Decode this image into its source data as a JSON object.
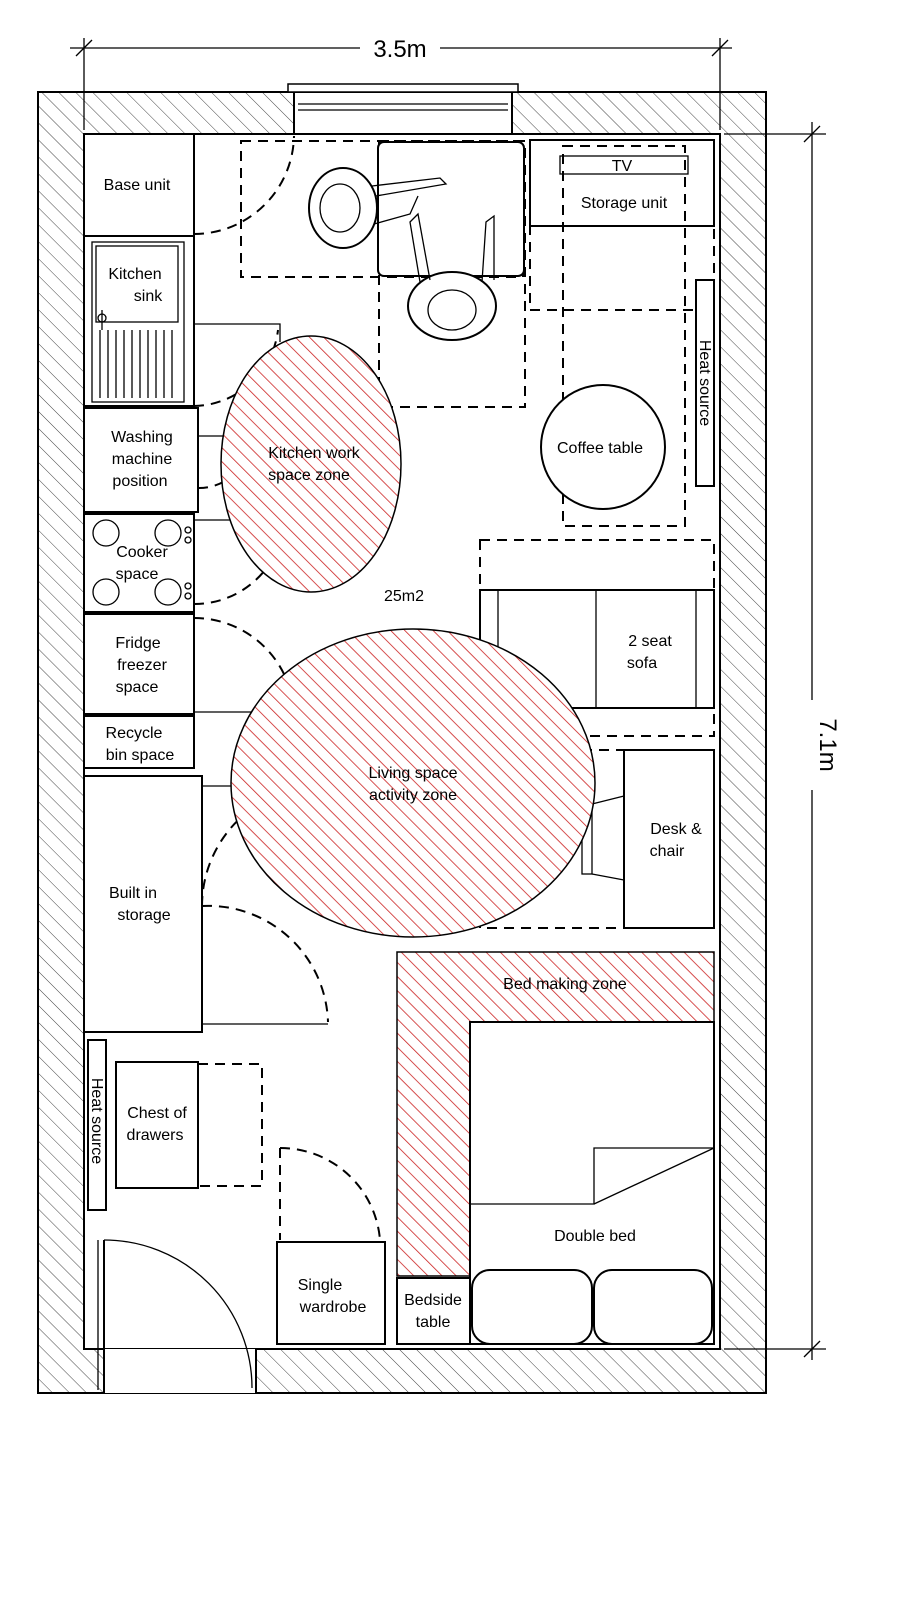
{
  "plan": {
    "width_label": "3.5m",
    "length_label": "7.1m",
    "area_label": "25m2",
    "hatch_color": "#cc2222",
    "wall_hatch_color": "#444444",
    "labels": {
      "base_unit": "Base unit",
      "kitchen_sink": [
        "Kitchen",
        "sink"
      ],
      "washing_machine": [
        "Washing",
        "machine",
        "position"
      ],
      "kitchen_zone": [
        "Kitchen work",
        "space zone"
      ],
      "cooker": [
        "Cooker",
        "space"
      ],
      "fridge": [
        "Fridge",
        "freezer",
        "space"
      ],
      "recycle": [
        "Recycle",
        "bin space"
      ],
      "built_in_storage": [
        "Built in",
        "storage"
      ],
      "chest": [
        "Chest of",
        "drawers"
      ],
      "heat_left": "Heat source",
      "heat_right": "Heat source",
      "single_wardrobe": [
        "Single",
        "wardrobe"
      ],
      "tv": "TV",
      "storage_unit": "Storage unit",
      "coffee_table": "Coffee table",
      "sofa": [
        "2 seat",
        "sofa"
      ],
      "living_zone": [
        "Living space",
        "activity zone"
      ],
      "desk": [
        "Desk &",
        "chair"
      ],
      "bed_zone": "Bed making zone",
      "double_bed": "Double bed",
      "bedside": [
        "Bedside",
        "table"
      ]
    }
  }
}
